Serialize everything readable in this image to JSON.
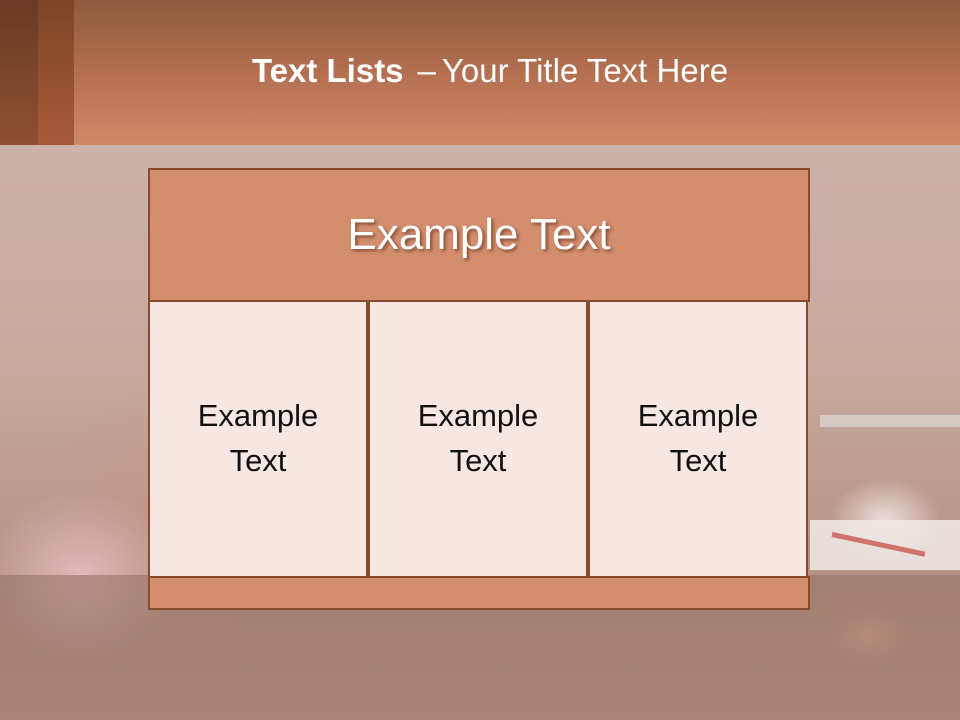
{
  "slide": {
    "title_bold": "Text Lists",
    "title_separator": "–",
    "title_rest": "Your Title Text Here"
  },
  "diagram": {
    "header_text": "Example Text",
    "columns": [
      {
        "text": "Example Text"
      },
      {
        "text": "Example Text"
      },
      {
        "text": "Example Text"
      }
    ]
  },
  "colors": {
    "header_band": "#b36f50",
    "cell_accent": "#d38e6e",
    "cell_light": "#f7e7e2",
    "border": "#8a4a2c"
  }
}
